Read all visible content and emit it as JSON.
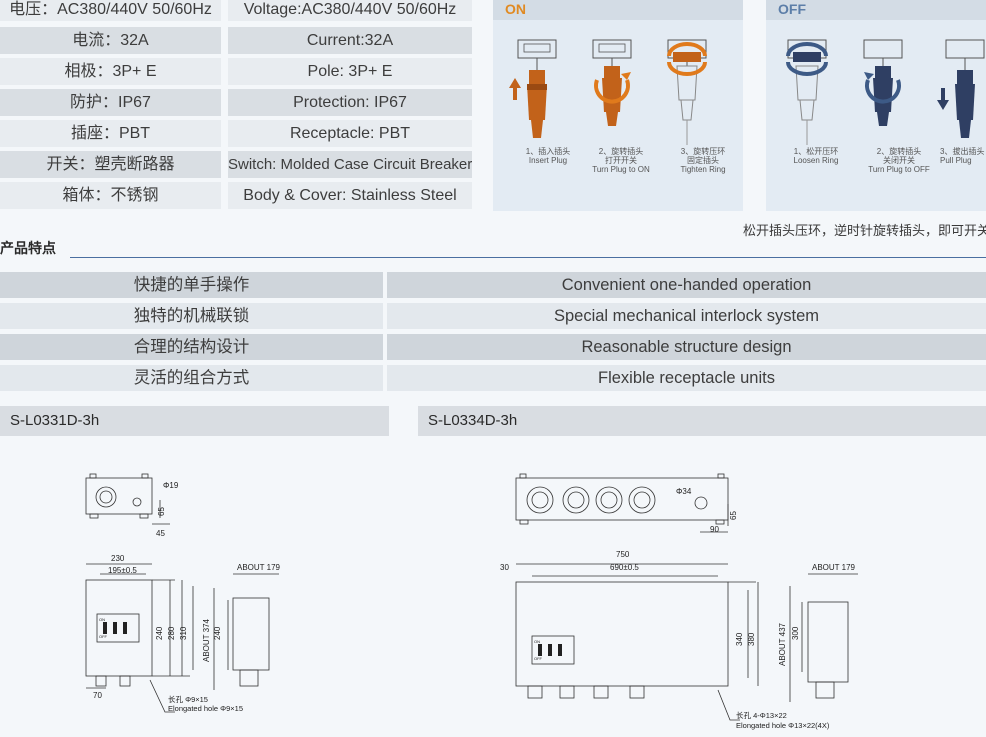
{
  "specs": [
    {
      "cn": "电压：AC380/440V 50/60Hz",
      "en": "Voltage:AC380/440V 50/60Hz"
    },
    {
      "cn": "电流：32A",
      "en": "Current:32A"
    },
    {
      "cn": "相极：3P+ E",
      "en": "Pole: 3P+ E"
    },
    {
      "cn": "防护：IP67",
      "en": "Protection: IP67"
    },
    {
      "cn": "插座：PBT",
      "en": "Receptacle: PBT"
    },
    {
      "cn": "开关：塑壳断路器",
      "en": "Switch: Molded Case Circuit Breaker"
    },
    {
      "cn": "箱体：不锈钢",
      "en": "Body & Cover: Stainless Steel"
    }
  ],
  "on_panel": {
    "heading": "ON",
    "steps": [
      {
        "cn": "1、插入插头",
        "en1": "Insert Plug",
        "en2": ""
      },
      {
        "cn": "2、旋转插头",
        "cn2": "打开开关",
        "en1": "Turn Plug to ON"
      },
      {
        "cn": "3、旋转压环",
        "cn2": "固定插头",
        "en1": "Tighten Ring"
      }
    ]
  },
  "off_panel": {
    "heading": "OFF",
    "steps": [
      {
        "cn": "1、松开压环",
        "en1": "Loosen Ring"
      },
      {
        "cn": "2、旋转插头",
        "cn2": "关闭开关",
        "en1": "Turn Plug to OFF"
      },
      {
        "cn": "3、拔出插头",
        "en1": "Pull Plug"
      }
    ]
  },
  "note": "松开插头压环，逆时针旋转插头，即可开关",
  "features": {
    "title": "产品特点",
    "rows": [
      {
        "cn": "快捷的单手操作",
        "en": "Convenient one-handed operation"
      },
      {
        "cn": "独特的机械联锁",
        "en": "Special mechanical interlock system"
      },
      {
        "cn": "合理的结构设计",
        "en": "Reasonable structure design"
      },
      {
        "cn": "灵活的组合方式",
        "en": "Flexible receptacle units"
      }
    ]
  },
  "models": {
    "left": "S-L0331D-3h",
    "right": "S-L0334D-3h"
  },
  "drawing_left": {
    "phi_top": "Φ19",
    "dim_65": "65",
    "dim_45": "45",
    "dim_230": "230",
    "dim_195": "195±0.5",
    "dim_240": "240",
    "dim_280": "280",
    "dim_310": "310",
    "dim_about179": "ABOUT 179",
    "dim_about374": "ABOUT 374",
    "dim_240b": "240",
    "dim_70": "70",
    "hole_cn": "长孔 Φ9×15",
    "hole_en": "Elongated hole Φ9×15",
    "on_label": "ON",
    "off_label": "OFF"
  },
  "drawing_right": {
    "phi_top": "Φ34",
    "dim_65": "65",
    "dim_90": "90",
    "dim_750": "750",
    "dim_30": "30",
    "dim_690": "690±0.5",
    "dim_340": "340",
    "dim_380": "380",
    "dim_about179": "ABOUT 179",
    "dim_about437": "ABOUT 437",
    "dim_300": "300",
    "hole_cn": "长孔 4-Φ13×22",
    "hole_en": "Elongated hole Φ13×22(4X)",
    "on_label": "ON",
    "off_label": "OFF"
  },
  "colors": {
    "plug_on": "#c2621a",
    "plug_off": "#2f3f63",
    "rotate_arrow": "#e07a1c",
    "rotate_arrow_off": "#3d5a86",
    "accent_line": "#4a6fa0"
  }
}
